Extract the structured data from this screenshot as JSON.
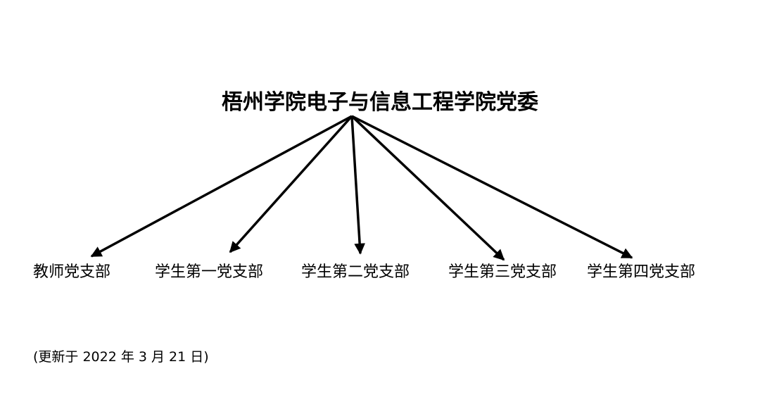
{
  "diagram": {
    "root": "梧州学院电子与信息工程学院党委",
    "branches": [
      "教师党支部",
      "学生第一党支部",
      "学生第二党支部",
      "学生第三党支部",
      "学生第四党支部"
    ],
    "line_color": "#000000"
  },
  "footnote": "(更新于 2022 年 3 月 21 日)"
}
